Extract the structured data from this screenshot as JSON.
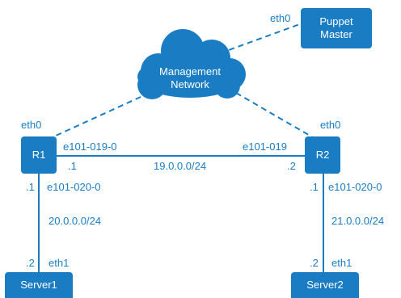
{
  "colors": {
    "accent": "#1a7dc4",
    "line": "#1a7dc4",
    "text_on_node": "#ffffff",
    "background": "#ffffff"
  },
  "nodes": {
    "puppet_master": "Puppet\nMaster",
    "cloud": "Management\nNetwork",
    "r1": "R1",
    "r2": "R2",
    "server1": "Server1",
    "server2": "Server2"
  },
  "labels": {
    "pm_eth0": "eth0",
    "r1_eth0": "eth0",
    "r2_eth0": "eth0",
    "r1_e101_019": "e101-019-0",
    "r2_e101_019": "e101-019",
    "r1_dot1_top": ".1",
    "r2_dot2_top": ".2",
    "subnet_r1_r2": "19.0.0.0/24",
    "r1_dot1_bottom": ".1",
    "r1_e101_020": "e101-020-0",
    "r2_dot1_bottom": ".1",
    "r2_e101_020": "e101-020-0",
    "subnet_r1_s1": "20.0.0.0/24",
    "subnet_r2_s2": "21.0.0.0/24",
    "s1_dot2": ".2",
    "s1_eth1": "eth1",
    "s2_dot2": ".2",
    "s2_eth1": "eth1"
  }
}
